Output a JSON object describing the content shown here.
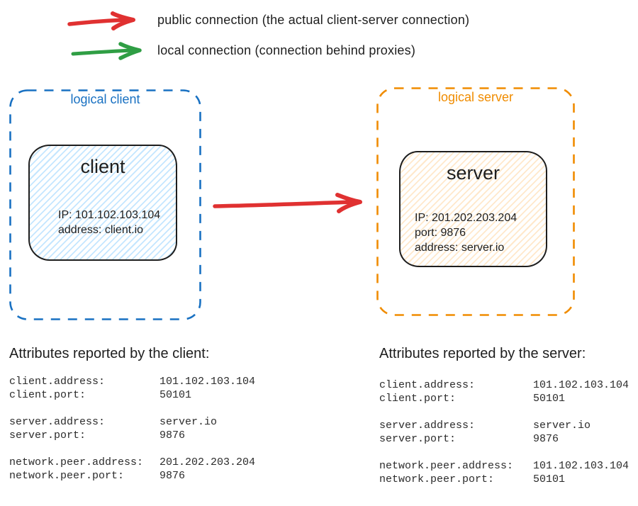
{
  "legend": {
    "items": [
      {
        "name": "public-connection",
        "label": "public connection (the actual client-server connection)",
        "color": "#e03131"
      },
      {
        "name": "local-connection",
        "label": "local connection (connection behind proxies)",
        "color": "#2f9e44"
      }
    ]
  },
  "diagram": {
    "logical_client": {
      "label": "logical client",
      "accent": "#1971c2",
      "node": {
        "title": "client",
        "fill_hatch": "#a5d8ff",
        "lines": {
          "0": "IP: 101.102.103.104",
          "1": "address: client.io"
        }
      }
    },
    "logical_server": {
      "label": "logical server",
      "accent": "#f08c00",
      "node": {
        "title": "server",
        "fill_hatch": "#ffd8a8",
        "lines": {
          "0": "IP: 201.202.203.204",
          "1": "port: 9876",
          "2": "address: server.io"
        }
      }
    },
    "connection_arrow": {
      "color": "#e03131",
      "direction": "client-to-server"
    }
  },
  "attributes": {
    "client": {
      "heading": "Attributes reported by the client:",
      "groups": [
        [
          {
            "key": "client.address:",
            "value": "101.102.103.104"
          },
          {
            "key": "client.port:",
            "value": "50101"
          }
        ],
        [
          {
            "key": "server.address:",
            "value": "server.io"
          },
          {
            "key": "server.port:",
            "value": "9876"
          }
        ],
        [
          {
            "key": "network.peer.address:",
            "value": "201.202.203.204"
          },
          {
            "key": "network.peer.port:",
            "value": "9876"
          }
        ]
      ]
    },
    "server": {
      "heading": "Attributes reported by the server:",
      "groups": [
        [
          {
            "key": "client.address:",
            "value": "101.102.103.104"
          },
          {
            "key": "client.port:",
            "value": "50101"
          }
        ],
        [
          {
            "key": "server.address:",
            "value": "server.io"
          },
          {
            "key": "server.port:",
            "value": "9876"
          }
        ],
        [
          {
            "key": "network.peer.address:",
            "value": "101.102.103.104"
          },
          {
            "key": "network.peer.port:",
            "value": "50101"
          }
        ]
      ]
    }
  }
}
